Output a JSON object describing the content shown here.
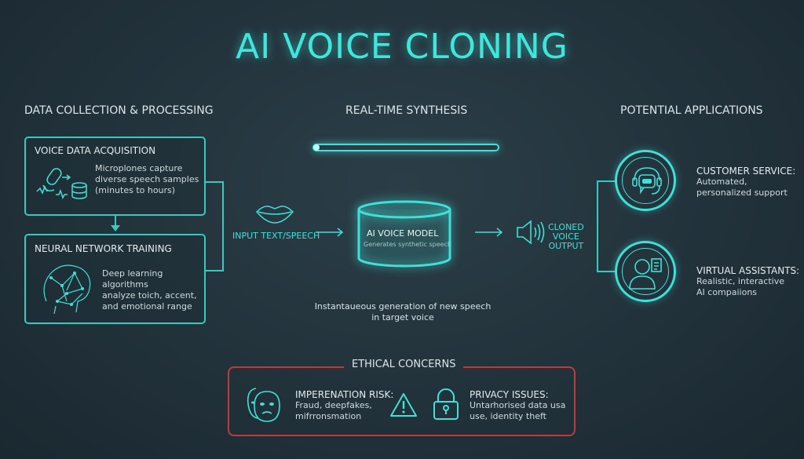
{
  "title": "AI VOICE CLONING",
  "sections": {
    "data": "DATA COLLECTION & PROCESSING",
    "synth": "REAL-TIME SYNTHESIS",
    "apps": "POTENTIAL APPLICATIONS"
  },
  "data_collection": {
    "acquisition": {
      "title": "VOICE DATA ACQUISITION",
      "text": [
        "Microplones capture",
        "diverse speech samples",
        "(minutes to hours)"
      ]
    },
    "training": {
      "title": "NEURAL NETWORK TRAINING",
      "text": [
        "Deep learning algorithms",
        "analyze toich, accent,",
        "and emotional range"
      ]
    }
  },
  "synthesis": {
    "progress": 0.0,
    "input": "INPUT TEXT/SPEECH",
    "model_title": "AI VOICE MODEL",
    "model_sub": "Generates synthetic speech",
    "output": [
      "CLONED",
      "VOICE",
      "OUTPUT"
    ],
    "caption": [
      "Instantaueous generation of new speech",
      "in target voice"
    ]
  },
  "applications": [
    {
      "title": "CUSTOMER SERVICE:",
      "text": [
        "Automated,",
        "personalized support"
      ]
    },
    {
      "title": "VIRTUAL ASSISTANTS:",
      "text": [
        "Realistic, interactive",
        "AI compaiions"
      ]
    }
  ],
  "ethics": {
    "title": "ETHICAL CONCERNS",
    "items": [
      {
        "title": "IMPERENATION RISK:",
        "text": [
          "Fraud, deepfakes,",
          "mifrronsmation"
        ]
      },
      {
        "title": "PRIVACY ISSUES:",
        "text": [
          "Untarhorised data usa",
          "use, identity theft"
        ]
      }
    ]
  },
  "colors": {
    "accent": "#3fe0d8",
    "danger": "#c2393c",
    "bg": "#22323b"
  }
}
